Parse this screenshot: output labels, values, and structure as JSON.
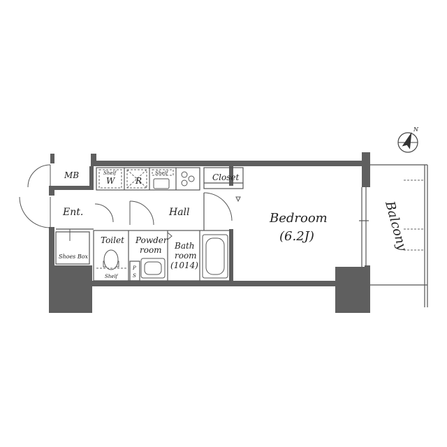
{
  "rooms": {
    "mb": "MB",
    "entrance": "Ent.",
    "shoes_box": "Shoes Box",
    "shelf_w_small": "Shelf",
    "washer": "W",
    "refrigerator": "R",
    "shelf_kitchen": "Shelf",
    "hall": "Hall",
    "closet": "Closet",
    "toilet": "Toilet",
    "toilet_shelf": "Shelf",
    "powder_line1": "Powder",
    "powder_line2": "room",
    "ps_line1": "P",
    "ps_line2": "S",
    "bath_line1": "Bath",
    "bath_line2": "room",
    "bath_line3": "(1014)",
    "bedroom": "Bedroom",
    "bedroom_size": "(6.2J)",
    "balcony": "Balcony"
  },
  "compass": {
    "north_label": "N"
  }
}
